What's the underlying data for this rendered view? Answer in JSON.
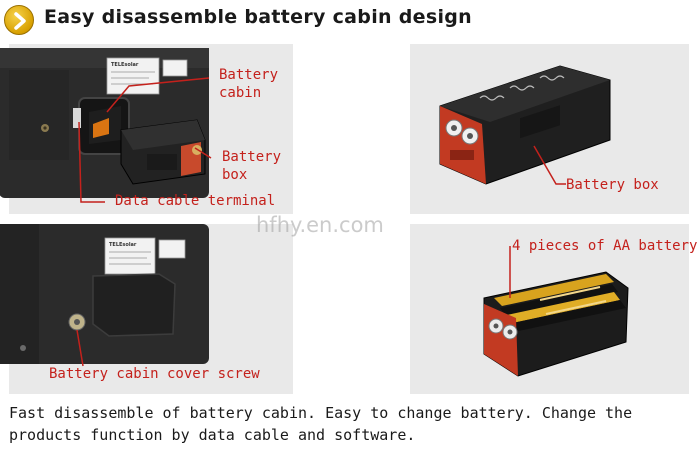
{
  "header": {
    "title": "Easy disassemble battery cabin design",
    "badge_icon": "chevron-right-icon",
    "badge_color": "#e0a800"
  },
  "panels": {
    "cabin": {
      "label_line1": "Battery",
      "label_line2": "cabin",
      "box_line1": "Battery",
      "box_line2": "box",
      "terminal": "Data cable terminal",
      "logo_text": "TELEsolar"
    },
    "box": {
      "label": "Battery box"
    },
    "cover": {
      "label": "Battery cabin cover screw",
      "logo_text": "TELEsolar"
    },
    "aa": {
      "label": "4 pieces of AA battery"
    }
  },
  "watermark": "hfhy.en.com",
  "footer": {
    "line1": "Fast disassemble of  battery cabin. Easy to change battery. Change the",
    "line2": "products function by data cable and software."
  },
  "colors": {
    "callout": "#c4211c",
    "panel_bg": "#e9e9e9",
    "device": "#2a2a2a"
  }
}
